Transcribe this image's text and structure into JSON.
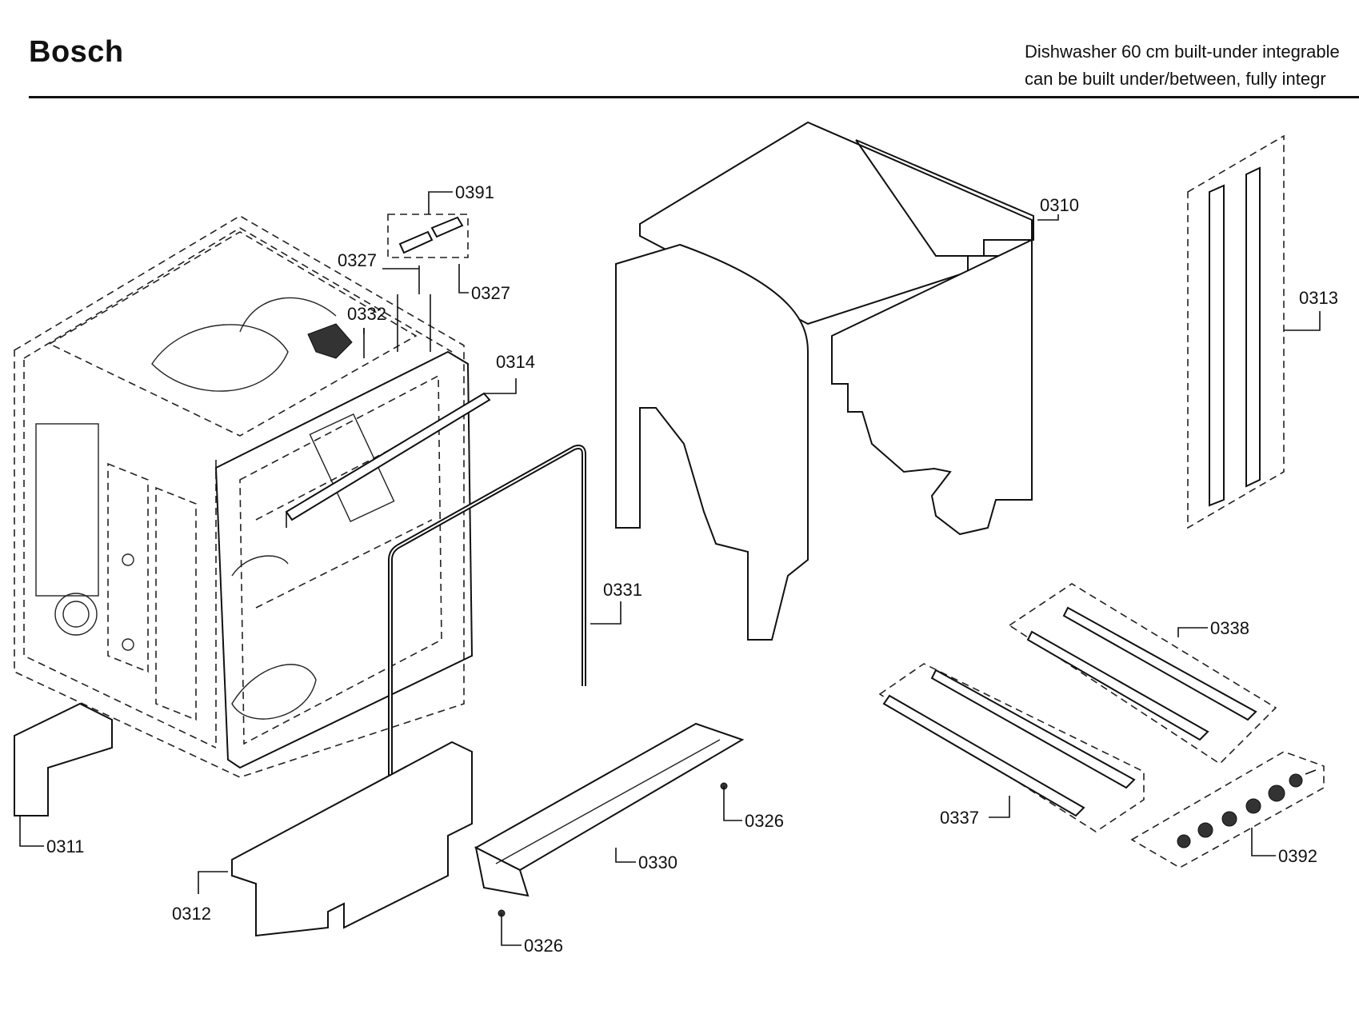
{
  "header": {
    "brand": "Bosch",
    "description_line1": "Dishwasher 60 cm built-under integrable",
    "description_line2": "can be built under/between, fully integr"
  },
  "callouts": {
    "p0391": "0391",
    "p0327a": "0327",
    "p0327b": "0327",
    "p0332": "0332",
    "p0314": "0314",
    "p0310": "0310",
    "p0313": "0313",
    "p0331": "0331",
    "p0338": "0338",
    "p0337": "0337",
    "p0392": "0392",
    "p0326a": "0326",
    "p0326b": "0326",
    "p0330": "0330",
    "p0311": "0311",
    "p0312": "0312"
  },
  "icons": [
    "exploded-parts-diagram"
  ]
}
